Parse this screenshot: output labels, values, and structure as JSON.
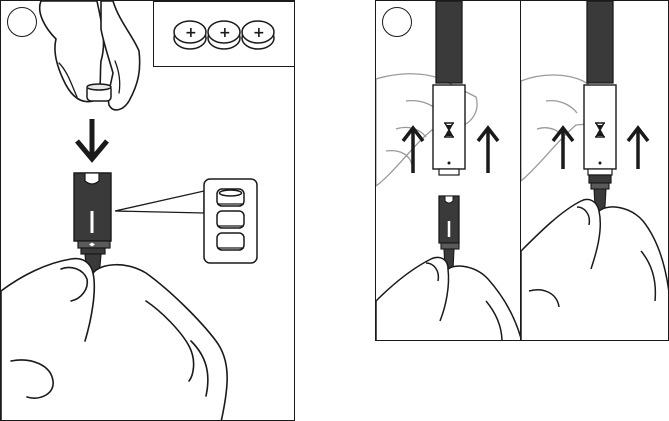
{
  "figure": {
    "steps": [
      {
        "number": ""
      },
      {
        "number": ""
      }
    ],
    "battery_symbols": [
      "+",
      "+",
      "+"
    ],
    "icons": {
      "down_arrow": "arrow-down",
      "up_arrows": "arrow-up",
      "hourglass": "hourglass"
    },
    "colors": {
      "line": "#1a1a1a",
      "device_body": "#3a3a3a",
      "device_band": "#5a5a5a",
      "cap": "#ffffff"
    }
  }
}
